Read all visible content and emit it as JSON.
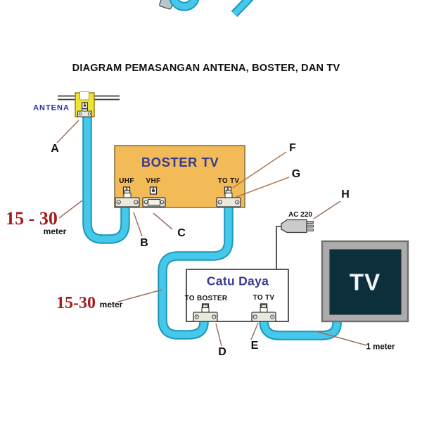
{
  "title": "DIAGRAM PEMASANGAN ANTENA, BOSTER, DAN TV",
  "antenna": {
    "label": "ANTENA"
  },
  "booster": {
    "title": "BOSTER TV",
    "port_uhf": "UHF",
    "port_vhf": "VHF",
    "port_to_tv": "TO TV"
  },
  "power_supply": {
    "title": "Catu Daya",
    "port_to_boster": "TO BOSTER",
    "port_to_tv": "TO TV"
  },
  "tv": {
    "label": "TV"
  },
  "plug": {
    "label": "AC 220"
  },
  "measurements": {
    "antenna_cable_value": "15 - 30",
    "antenna_cable_unit": "meter",
    "psu_cable_value": "15-30",
    "psu_cable_unit": "meter",
    "tv_cable": "1 meter"
  },
  "pointers": {
    "a": "A",
    "b": "B",
    "c": "C",
    "d": "D",
    "e": "E",
    "f": "F",
    "g": "G",
    "h": "H"
  },
  "colors": {
    "booster_fill": "#F3BB57",
    "antenna_fill": "#F0E335",
    "cable": "#46C8EA",
    "cable_edge": "#1B97BD",
    "heading_navy": "#3A3A92",
    "measure_red": "#A61C1C",
    "tv_frame": "#ACACAC",
    "tv_screen": "#0D2E3C",
    "leader_line": "#9D6F60"
  }
}
